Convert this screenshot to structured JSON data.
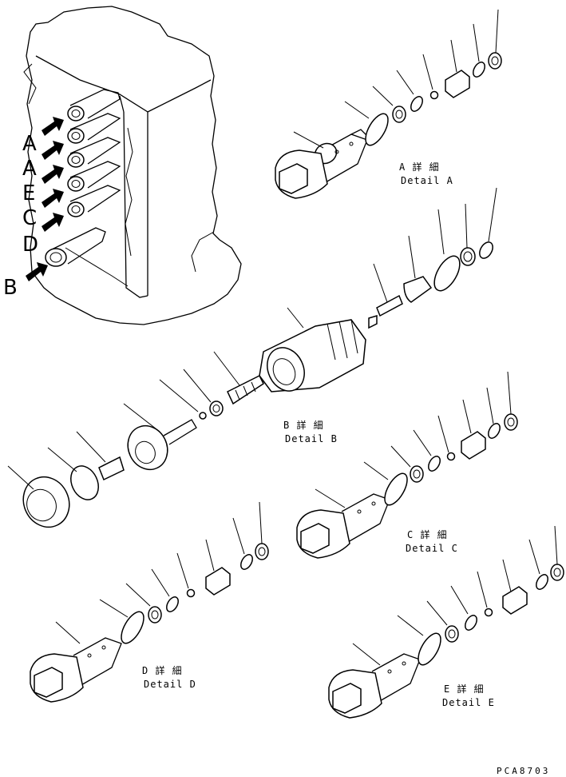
{
  "valve_letters": [
    "A",
    "A",
    "E",
    "C",
    "D",
    "B"
  ],
  "details": [
    {
      "key": "a",
      "jp": "A 詳 細",
      "en": "Detail A"
    },
    {
      "key": "b",
      "jp": "B 詳 細",
      "en": "Detail B"
    },
    {
      "key": "c",
      "jp": "C 詳 細",
      "en": "Detail C"
    },
    {
      "key": "d",
      "jp": "D 詳 細",
      "en": "Detail D"
    },
    {
      "key": "e",
      "jp": "E 詳 細",
      "en": "Detail E"
    }
  ],
  "drawing_code": "PCA8703"
}
